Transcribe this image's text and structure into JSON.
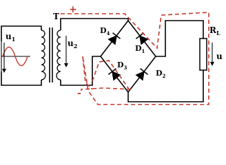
{
  "colors": {
    "wire": "#000000",
    "current_path": "#c0392b",
    "waveform": "#c0392b",
    "polarity": "#c0392b",
    "background": "#ffffff"
  },
  "labels": {
    "transformer": "T",
    "u1_main": "u",
    "u1_sub": "1",
    "u2_main": "u",
    "u2_sub": "2",
    "d1_main": "D",
    "d1_sub": "1",
    "d2_main": "D",
    "d2_sub": "2",
    "d3_main": "D",
    "d3_sub": "3",
    "d4_main": "D",
    "d4_sub": "4",
    "rl_main": "R",
    "rl_sub": "L",
    "uo": "u",
    "plus": "+",
    "minus": "-"
  }
}
